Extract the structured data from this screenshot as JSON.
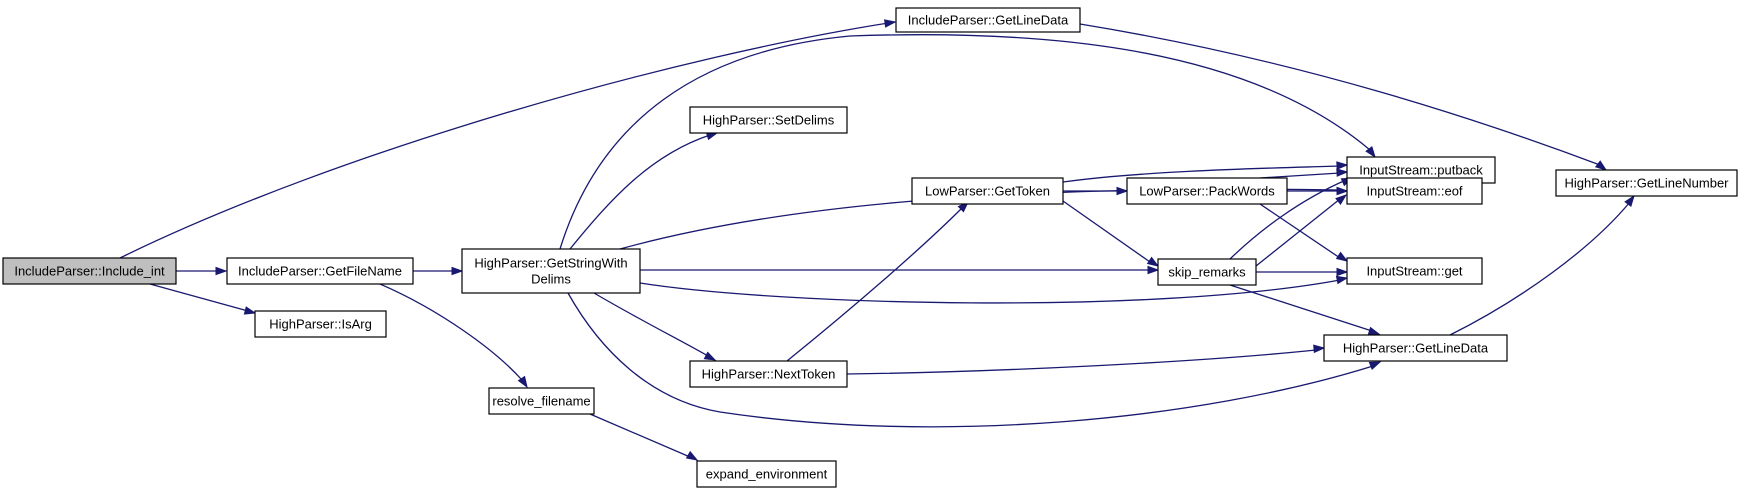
{
  "graph": {
    "nodes": [
      {
        "id": "include_int",
        "lines": [
          "IncludeParser::Include_int"
        ],
        "root": true
      },
      {
        "id": "getfilename",
        "lines": [
          "IncludeParser::GetFileName"
        ]
      },
      {
        "id": "isarg",
        "lines": [
          "HighParser::IsArg"
        ]
      },
      {
        "id": "inc_getlinedata",
        "lines": [
          "IncludeParser::GetLineData"
        ]
      },
      {
        "id": "getstringwithdelims",
        "lines": [
          "HighParser::GetStringWith",
          "Delims"
        ]
      },
      {
        "id": "resolve_filename",
        "lines": [
          "resolve_filename"
        ]
      },
      {
        "id": "expand_environment",
        "lines": [
          "expand_environment"
        ]
      },
      {
        "id": "setdelims",
        "lines": [
          "HighParser::SetDelims"
        ]
      },
      {
        "id": "nexttoken",
        "lines": [
          "HighParser::NextToken"
        ]
      },
      {
        "id": "gettoken",
        "lines": [
          "LowParser::GetToken"
        ]
      },
      {
        "id": "packwords",
        "lines": [
          "LowParser::PackWords"
        ]
      },
      {
        "id": "skip_remarks",
        "lines": [
          "skip_remarks"
        ]
      },
      {
        "id": "putback",
        "lines": [
          "InputStream::putback"
        ]
      },
      {
        "id": "eof",
        "lines": [
          "InputStream::eof"
        ]
      },
      {
        "id": "get",
        "lines": [
          "InputStream::get"
        ]
      },
      {
        "id": "high_getlinedata",
        "lines": [
          "HighParser::GetLineData"
        ]
      },
      {
        "id": "getlinenumber",
        "lines": [
          "HighParser::GetLineNumber"
        ]
      }
    ],
    "edges": [
      [
        "include_int",
        "inc_getlinedata"
      ],
      [
        "include_int",
        "getfilename"
      ],
      [
        "include_int",
        "isarg"
      ],
      [
        "inc_getlinedata",
        "getlinenumber"
      ],
      [
        "getfilename",
        "getstringwithdelims"
      ],
      [
        "getfilename",
        "resolve_filename"
      ],
      [
        "resolve_filename",
        "expand_environment"
      ],
      [
        "getstringwithdelims",
        "putback"
      ],
      [
        "getstringwithdelims",
        "setdelims"
      ],
      [
        "getstringwithdelims",
        "eof"
      ],
      [
        "getstringwithdelims",
        "skip_remarks"
      ],
      [
        "getstringwithdelims",
        "get"
      ],
      [
        "getstringwithdelims",
        "nexttoken"
      ],
      [
        "getstringwithdelims",
        "high_getlinedata"
      ],
      [
        "nexttoken",
        "gettoken"
      ],
      [
        "nexttoken",
        "high_getlinedata"
      ],
      [
        "gettoken",
        "putback"
      ],
      [
        "gettoken",
        "packwords"
      ],
      [
        "gettoken",
        "skip_remarks"
      ],
      [
        "packwords",
        "putback"
      ],
      [
        "packwords",
        "eof"
      ],
      [
        "packwords",
        "get"
      ],
      [
        "skip_remarks",
        "putback"
      ],
      [
        "skip_remarks",
        "eof"
      ],
      [
        "skip_remarks",
        "get"
      ],
      [
        "skip_remarks",
        "high_getlinedata"
      ],
      [
        "high_getlinedata",
        "getlinenumber"
      ]
    ]
  },
  "colors": {
    "edge": "#191970",
    "root_fill": "#bfbfbf",
    "node_fill": "#ffffff",
    "node_stroke": "#000000"
  }
}
